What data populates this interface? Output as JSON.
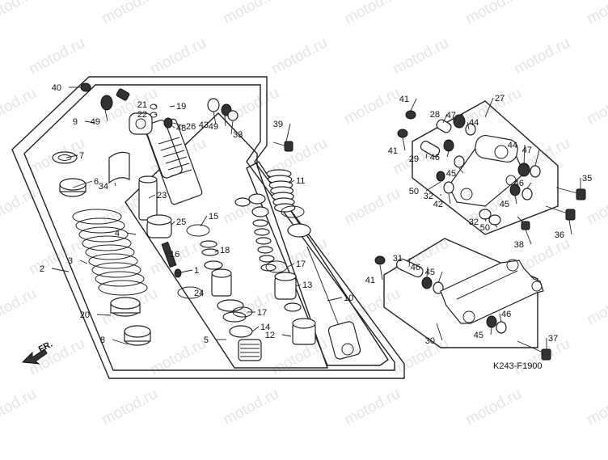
{
  "watermark": "motod.ru",
  "diagram_code": "K243-F1900",
  "direction_label": "FR.",
  "callouts": [
    "1",
    "2",
    "3",
    "4",
    "5",
    "6",
    "7",
    "8",
    "9",
    "10",
    "11",
    "12",
    "13",
    "14",
    "15",
    "16",
    "17",
    "18",
    "19",
    "20",
    "21",
    "22",
    "23",
    "24",
    "25",
    "26",
    "27",
    "28",
    "29",
    "30",
    "31",
    "32",
    "33",
    "34",
    "35",
    "36",
    "37",
    "38",
    "39",
    "40",
    "41",
    "42",
    "43",
    "44",
    "45",
    "46",
    "47",
    "48",
    "49",
    "50"
  ]
}
